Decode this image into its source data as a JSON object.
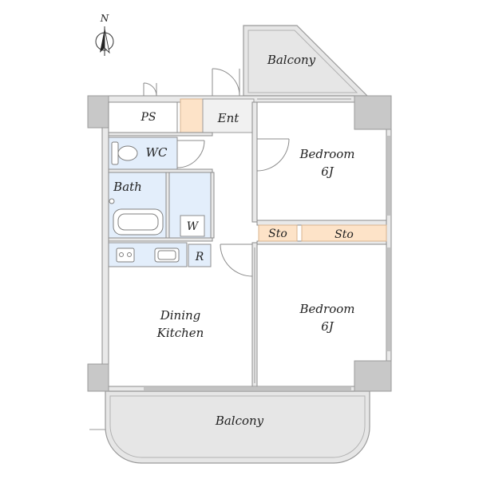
{
  "compass": {
    "letter": "N"
  },
  "rooms": {
    "balcony_top": "Balcony",
    "ps": "PS",
    "ent": "Ent",
    "wc": "WC",
    "bath": "Bath",
    "washer": "W",
    "refrigerator": "R",
    "bedroom_upper": {
      "name": "Bedroom",
      "size": "6J"
    },
    "bedroom_lower": {
      "name": "Bedroom",
      "size": "6J"
    },
    "storage_left": "Sto",
    "storage_right": "Sto",
    "dining_kitchen": {
      "line1": "Dining",
      "line2": "Kitchen"
    },
    "balcony_bottom": "Balcony"
  },
  "colors": {
    "wall": "#c8c8c8",
    "wall_line": "#9a9a9a",
    "balcony_fill": "#e6e6e6",
    "wet_area_fill": "#e3eefb",
    "storage_fill": "#fde3c8",
    "line": "#7f7f7f"
  }
}
